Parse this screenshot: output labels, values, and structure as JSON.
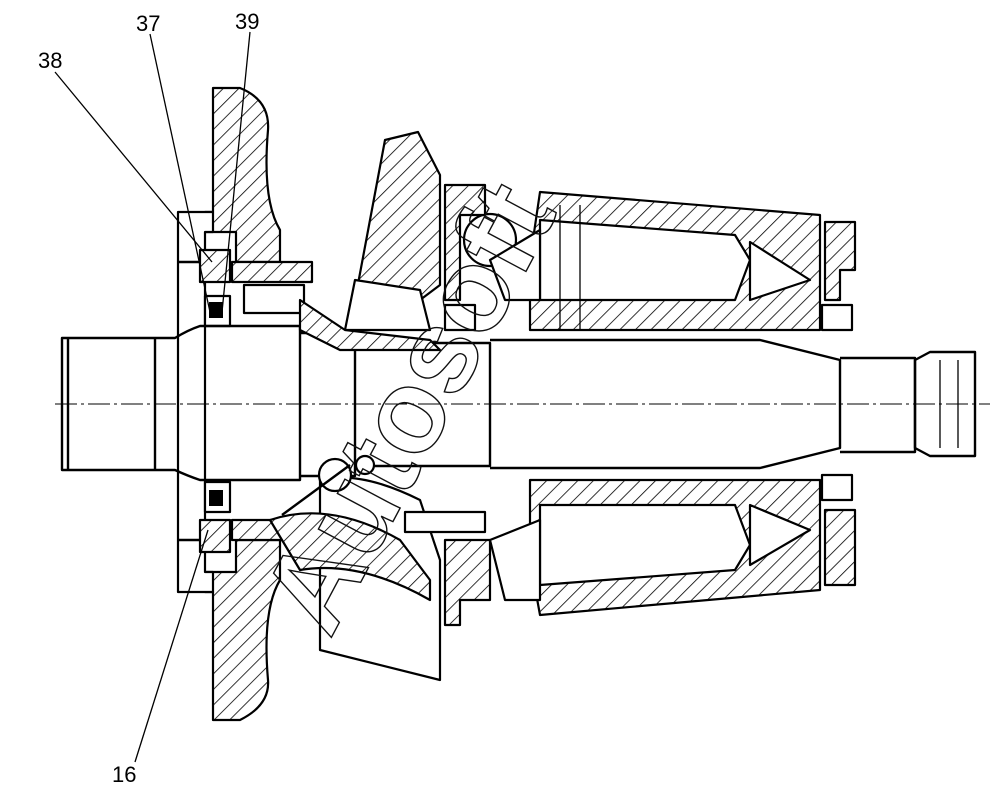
{
  "callouts": [
    {
      "id": "37",
      "text": "37"
    },
    {
      "id": "38",
      "text": "38"
    },
    {
      "id": "39",
      "text": "39"
    },
    {
      "id": "16",
      "text": "16"
    }
  ],
  "watermark": {
    "text": "Autosoft"
  }
}
